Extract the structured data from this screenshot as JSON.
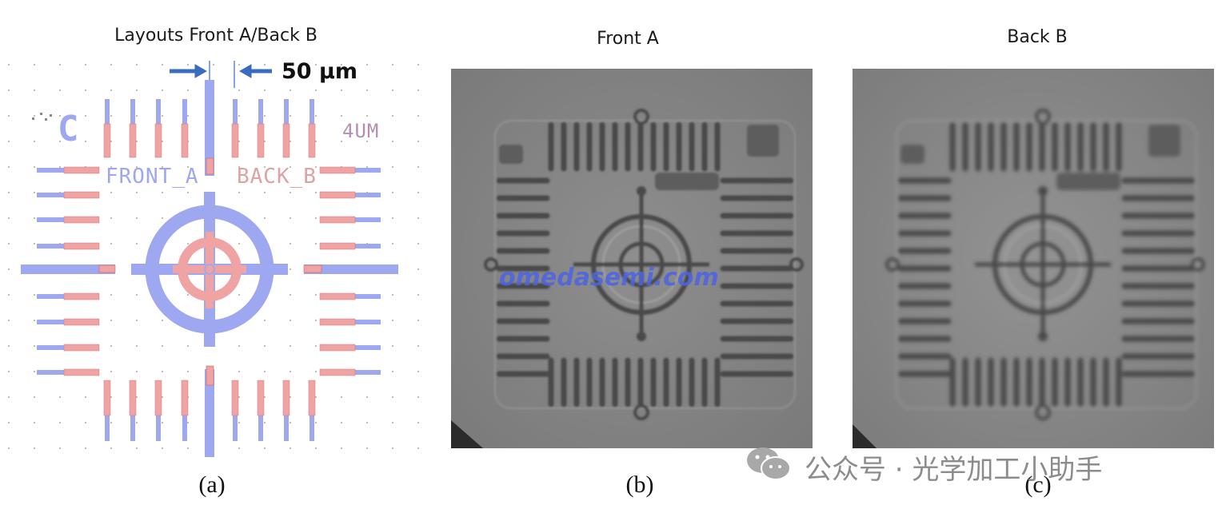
{
  "panel_a": {
    "title": "Layouts Front A/Back B",
    "scale_label": "50 µm",
    "corner_letter": "C",
    "corner_code": "4UM",
    "front_label": "FRONT_A",
    "back_label": "BACK_B",
    "caption": "(a)",
    "colors": {
      "front": "#9ea8f0",
      "back": "#f0a3a3"
    }
  },
  "panel_b": {
    "title": "Front A",
    "caption": "(b)"
  },
  "panel_c": {
    "title": "Back B",
    "caption": "(c)"
  },
  "watermark": "omedasemi.com",
  "footer": {
    "wechat_icon": "wechat-icon",
    "text": "公众号 · 光学加工小助手"
  }
}
